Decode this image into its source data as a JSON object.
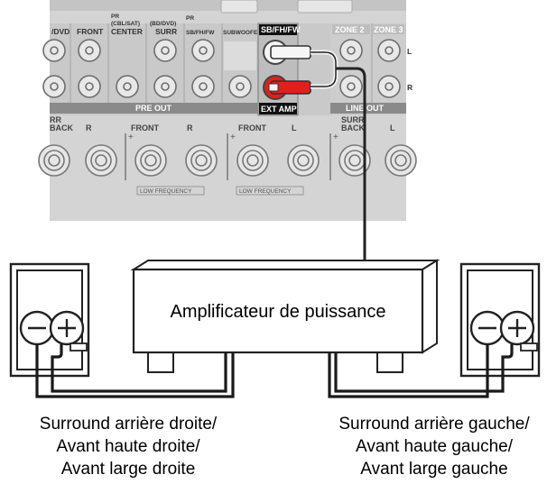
{
  "rear_panel": {
    "top_input_labels": [
      "/DVD",
      "FRONT",
      "CENTER",
      "SURR",
      "SB/FH/FW",
      "SUBWOOFER"
    ],
    "cbl_sat_label": "(CBL/SAT)",
    "bd_dvd_label": "(BD/DVD)",
    "pr_label": "PR",
    "sb_fh_fw_label": "SB/FH/FW",
    "zone2_label": "ZONE 2",
    "zone3_label": "ZONE 3",
    "l_label": "L",
    "r_label": "R",
    "pre_out_label": "PRE OUT",
    "ext_amp_label": "EXT AMP",
    "line_out_label": "LINE OUT",
    "speaker_labels": [
      "RR",
      "BACK",
      "R",
      "FRONT",
      "R",
      "FRONT",
      "L",
      "SURR",
      "BACK",
      "L"
    ],
    "low_frequency_label": "LOW FREQUENCY"
  },
  "amplifier": {
    "label": "Amplificateur de puissance"
  },
  "captions": {
    "left": [
      "Surround arrière droite/",
      "Avant haute droite/",
      "Avant large droite"
    ],
    "right": [
      "Surround arrière gauche/",
      "Avant haute gauche/",
      "Avant large gauche"
    ]
  },
  "colors": {
    "panel": "#d2d2d2",
    "panel_dark": "#a8a8a8",
    "red_jack": "#e0201c",
    "cable": "#1a1a1a"
  }
}
